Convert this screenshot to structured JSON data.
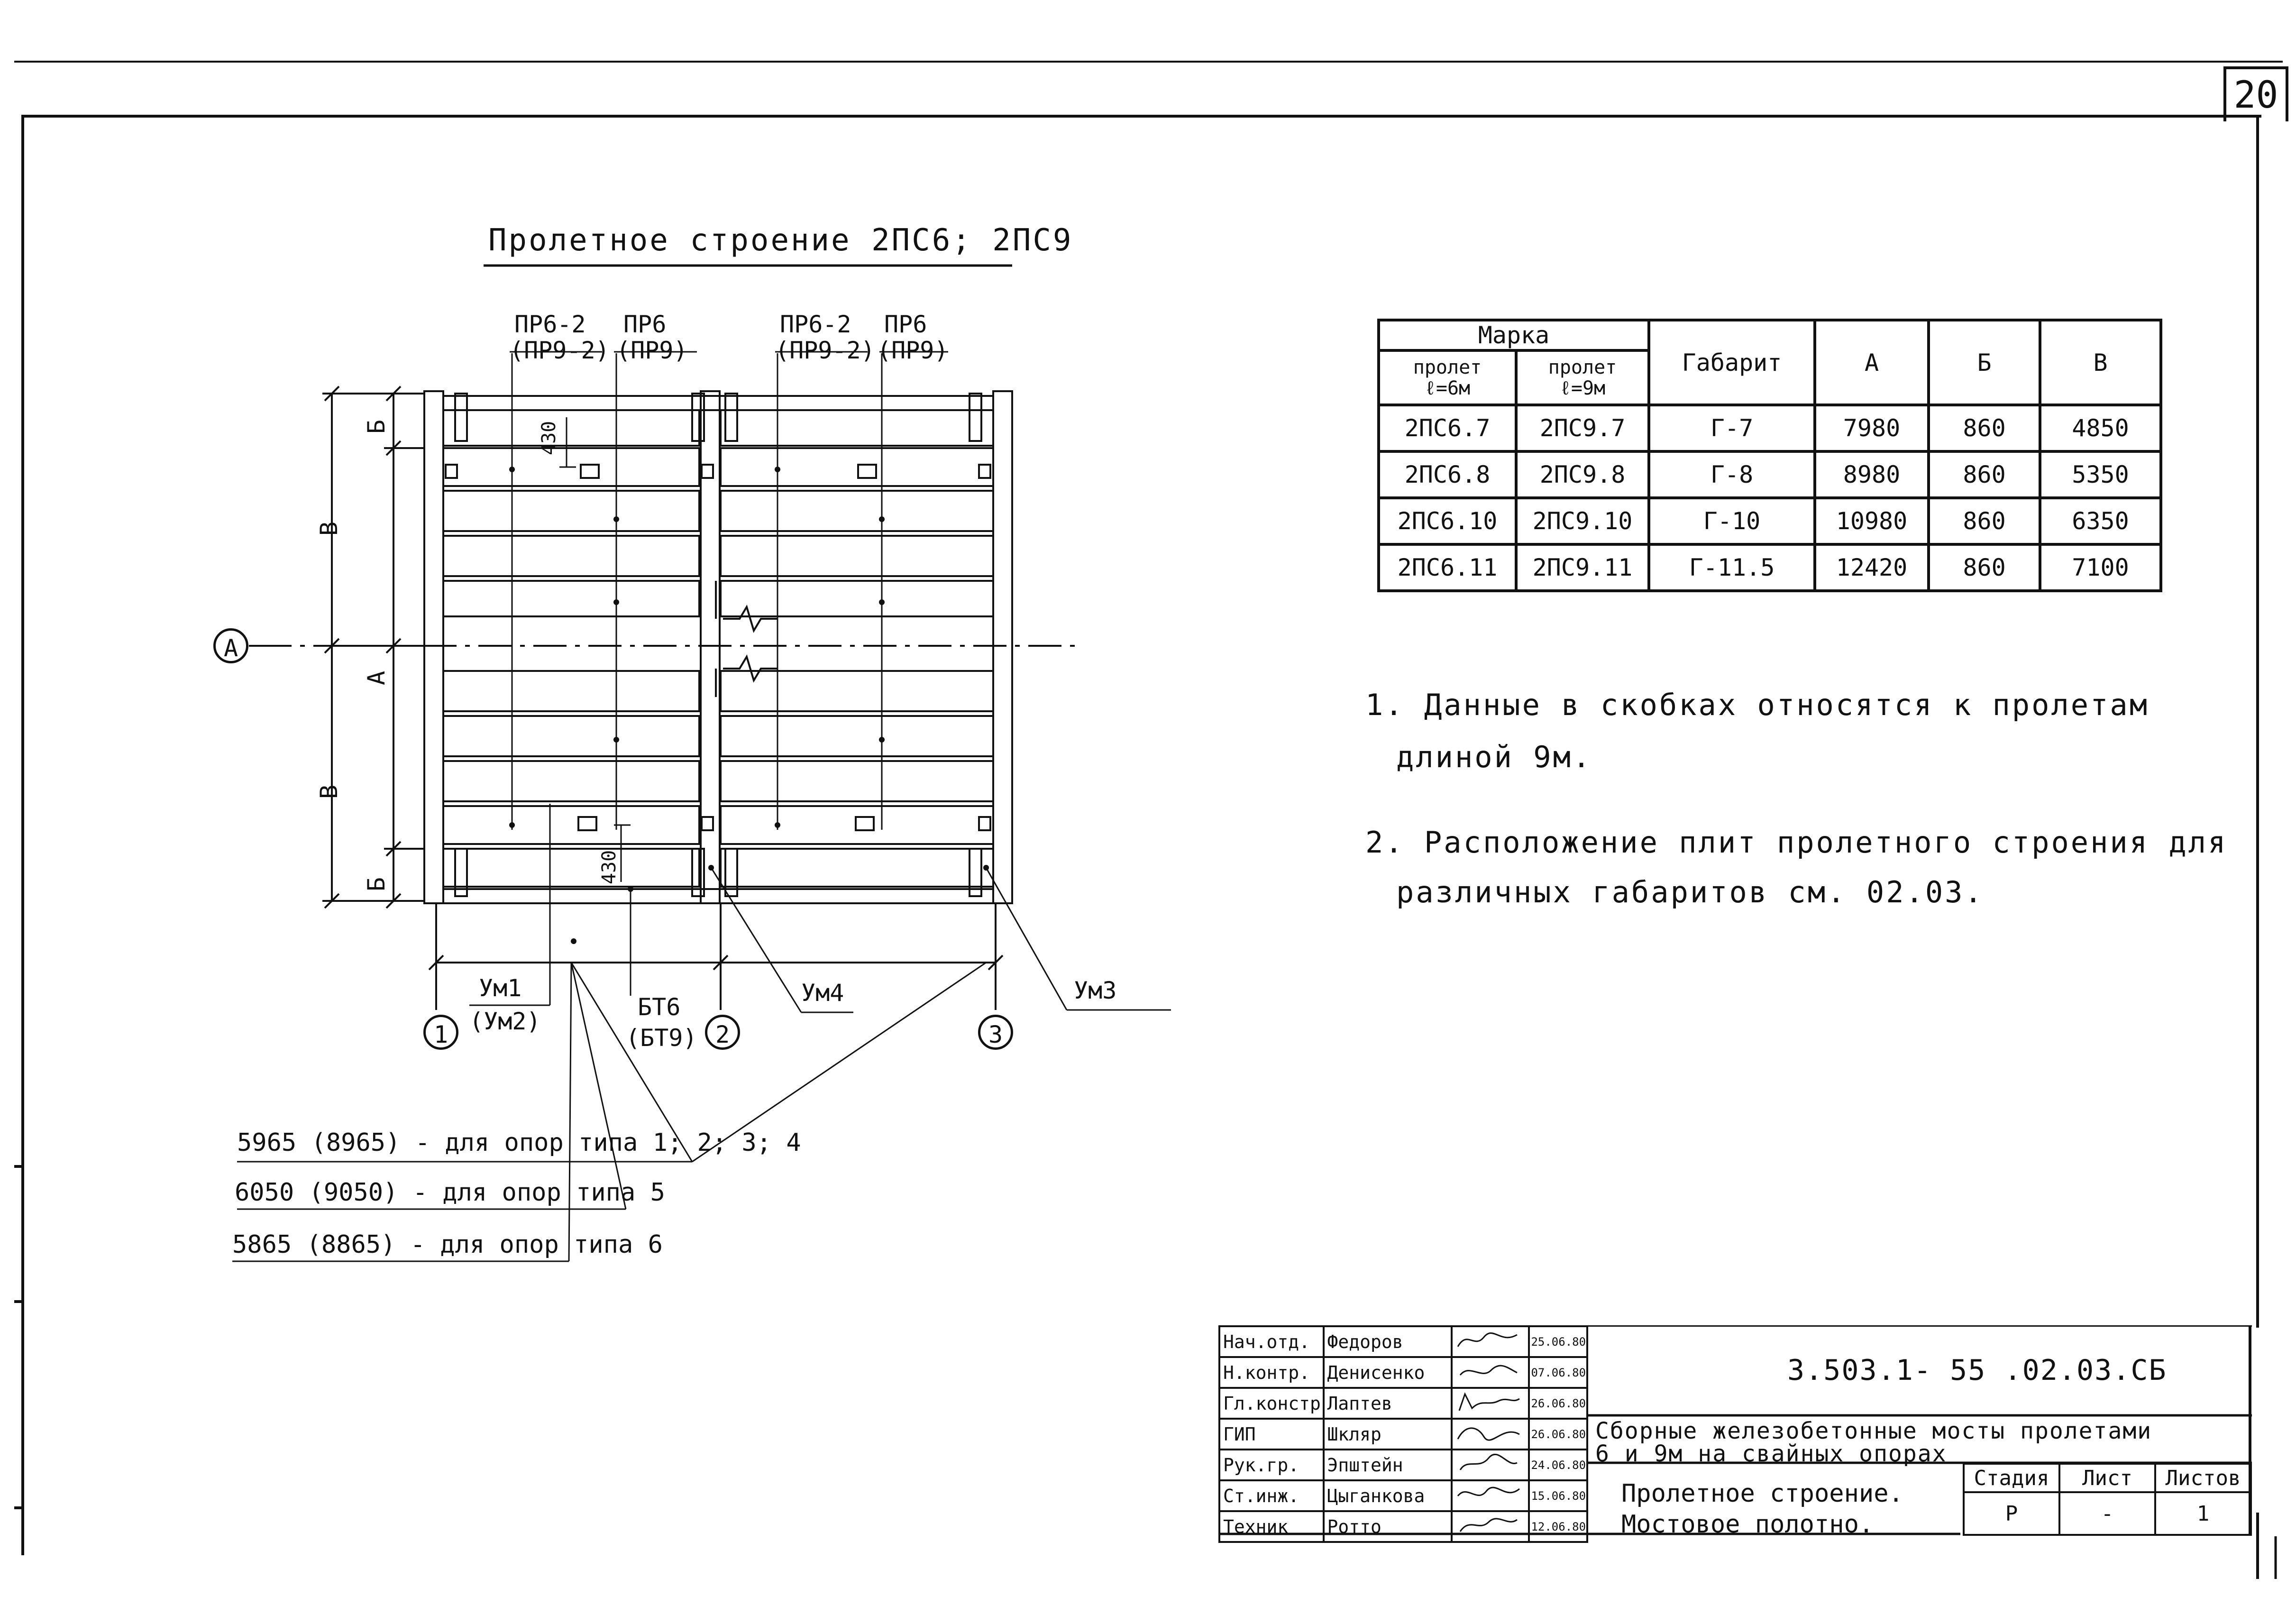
{
  "sheet": {
    "page_number": "20"
  },
  "drawing": {
    "title": "Пролетное строение 2ПС6; 2ПС9",
    "labels": {
      "pr6_2_left": "ПР6-2",
      "pr9_2_left": "(ПР9-2)",
      "pr6_left": "ПР6",
      "pr9_left": "(ПР9)",
      "pr6_2_right": "ПР6-2",
      "pr9_2_right": "(ПР9-2)",
      "pr6_right": "ПР6",
      "pr9_right": "(ПР9)",
      "dim_430_top": "430",
      "dim_430_bottom": "430",
      "dim_b_top": "Б",
      "dim_v_top": "В",
      "dim_a": "А",
      "dim_v_bottom": "В",
      "dim_b_bottom": "Б",
      "section_a": "А",
      "um1": "Ум1",
      "um2": "(Ум2)",
      "bt6": "БТ6",
      "bt9": "(БТ9)",
      "um4": "Ум4",
      "um3": "Ум3",
      "axis_1": "1",
      "axis_2": "2",
      "axis_3": "3"
    },
    "dimension_notes": [
      "5965 (8965) - для опор типа 1; 2; 3; 4",
      "6050 (9050) - для опор типа 5",
      "5865 (8865) - для опор типа 6"
    ]
  },
  "spec_table": {
    "header": {
      "marka": "Марка",
      "span6_line1": "пролет",
      "span6_line2": "ℓ=6м",
      "span9_line1": "пролет",
      "span9_line2": "ℓ=9м",
      "gabarit": "Габарит",
      "a": "А",
      "b": "Б",
      "v": "В"
    },
    "rows": [
      {
        "m6": "2ПС6.7",
        "m9": "2ПС9.7",
        "gabarit": "Г-7",
        "a": "7980",
        "b": "860",
        "v": "4850"
      },
      {
        "m6": "2ПС6.8",
        "m9": "2ПС9.8",
        "gabarit": "Г-8",
        "a": "8980",
        "b": "860",
        "v": "5350"
      },
      {
        "m6": "2ПС6.10",
        "m9": "2ПС9.10",
        "gabarit": "Г-10",
        "a": "10980",
        "b": "860",
        "v": "6350"
      },
      {
        "m6": "2ПС6.11",
        "m9": "2ПС9.11",
        "gabarit": "Г-11.5",
        "a": "12420",
        "b": "860",
        "v": "7100"
      }
    ]
  },
  "notes": [
    {
      "line1": "1. Данные в скобках относятся к пролетам",
      "line2": "длиной 9м."
    },
    {
      "line1": "2. Расположение плит пролетного строения для",
      "line2": "различных габаритов см. 02.03."
    }
  ],
  "title_block": {
    "code": "3.503.1- 55 .02.03.СБ",
    "project_line1": "Сборные железобетонные мосты пролетами",
    "project_line2": "6 и 9м на свайных опорах",
    "sheet_title_line1": "Пролетное строение.",
    "sheet_title_line2": "Мостовое полотно.",
    "stage_header": "Стадия",
    "sheet_header": "Лист",
    "sheets_header": "Листов",
    "stage_value": "Р",
    "sheet_value": "-",
    "sheets_value": "1",
    "staff": [
      {
        "role": "Нач.отд.",
        "name": "Федоров",
        "date": "25.06.80"
      },
      {
        "role": "Н.контр.",
        "name": "Денисенко",
        "date": "07.06.80"
      },
      {
        "role": "Гл.констр.",
        "name": "Лаптев",
        "date": "26.06.80"
      },
      {
        "role": "ГИП",
        "name": "Шкляр",
        "date": "26.06.80"
      },
      {
        "role": "Рук.гр.",
        "name": "Эпштейн",
        "date": "24.06.80"
      },
      {
        "role": "Ст.инж.",
        "name": "Цыганкова",
        "date": "15.06.80"
      },
      {
        "role": "Техник",
        "name": "Ротто",
        "date": "12.06.80"
      }
    ]
  }
}
